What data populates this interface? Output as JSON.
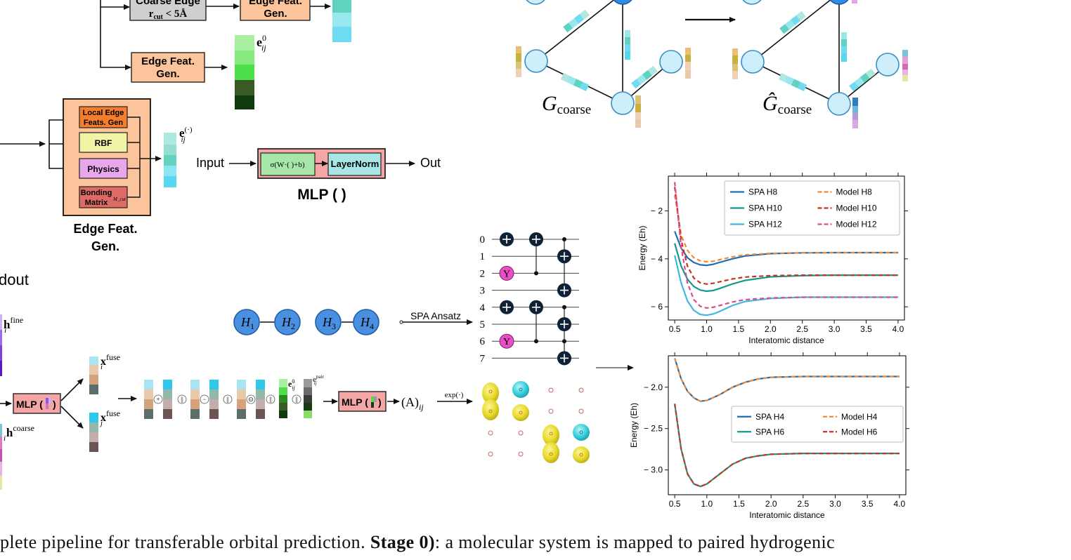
{
  "pipeline": {
    "coarse_edge": "Coarse Edge",
    "rcut": "r",
    "rcut_sub": "cut",
    "rcut_rest": " < 5Å",
    "edge_feat_gen_top": "Edge Feat. Gen.",
    "edge_feat_gen": "Edge Feat. Gen.",
    "e0": "e",
    "e0_sup": "0",
    "e0_sub": "ij",
    "local_edge": "Local Edge Feats. Gen",
    "rbf": "RBF",
    "physics": "Physics",
    "bonding_matrix": "Bonding Matrix",
    "mcut": "M_cut",
    "edge_block_label_1": "Edge Feat.",
    "edge_block_label_2": "Gen.",
    "e_dot": "e",
    "e_dot_sup": "(·)",
    "e_dot_sub": "ij",
    "mlp_input": "Input",
    "mlp_sigma": "σ(W·( )+b)",
    "mlp_layernorm": "LayerNorm",
    "mlp_out": "Out",
    "mlp_title": "MLP (   )",
    "readout": "dout"
  },
  "graph": {
    "g_coarse": "G",
    "g_coarse_sub": "coarse",
    "g_hat": "Ĝ",
    "g_hat_sub": "coarse"
  },
  "fusion": {
    "h_fine": "h",
    "h_fine_sub": "i",
    "h_fine_sup": "fine",
    "h_coarse": "h",
    "h_coarse_sub": "i",
    "h_coarse_sup": "coarse",
    "mlp_left": "MLP (",
    "mlp_left_end": ")",
    "x_i": "x",
    "x_i_sub": "i",
    "x_i_sup": "fuse",
    "x_j": "x",
    "x_j_sub": "j",
    "x_j_sup": "fuse",
    "ops": [
      "+",
      "||",
      "−",
      "||",
      "⊙",
      "||",
      "||"
    ],
    "e0": "e",
    "e0_sup": "0",
    "e0_sub": "ij",
    "epair": "e",
    "epair_sup": "pair",
    "epair_sub": "ij",
    "mlp_right": "MLP (",
    "mlp_right_end": ")",
    "a_ij": "(A)",
    "a_ij_sub": "ij",
    "exp": "exp(·)"
  },
  "hydrogen": {
    "atoms": [
      {
        "sym": "H",
        "sub": "1"
      },
      {
        "sym": "H",
        "sub": "2"
      },
      {
        "sym": "H",
        "sub": "3"
      },
      {
        "sym": "H",
        "sub": "4"
      }
    ],
    "spa_ansatz": "SPA Ansatz"
  },
  "circuit": {
    "qubits": [
      "0",
      "1",
      "2",
      "3",
      "4",
      "5",
      "6",
      "7"
    ],
    "y_gate": "Y"
  },
  "colors": {
    "edge_orange": "#fbc49b",
    "coarse_grey": "#cfcfcf",
    "node_fill": "#cfeefb",
    "node_stroke": "#3a8fc0",
    "blue_node": "#2f8be6",
    "h_atom": "#4a90e0",
    "spa_blue": "#1a6fb5",
    "spa_teal": "#14998c",
    "spa_cyan": "#40b7dd",
    "model_orange": "#f08a3a",
    "model_red": "#c8321e",
    "model_pink": "#dc4b8c",
    "mlp_pink": "#f4a6a6",
    "mlp_green": "#a6e6a8",
    "layernorm_cyan": "#a8e6e6",
    "y_gate": "#e84fc4",
    "cnot": "#0f2135",
    "orbital_yellow": "#ecdf2c",
    "orbital_cyan": "#33d3de"
  },
  "chart_data": [
    {
      "type": "line",
      "xlabel": "Interatomic distance",
      "ylabel": "Energy (Eh)",
      "xlim": [
        0.4,
        4.1
      ],
      "ylim": [
        -6.55,
        -0.55
      ],
      "xticks": [
        0.5,
        1.0,
        1.5,
        2.0,
        2.5,
        3.0,
        3.5,
        4.0
      ],
      "xtick_labels": [
        "0.5",
        "1.0",
        "1.5",
        "2.0",
        "2.5",
        "3.0",
        "3.5",
        "4.0"
      ],
      "yticks": [
        -2,
        -4,
        -6
      ],
      "ytick_labels": [
        "− 2",
        "− 4",
        "− 6"
      ],
      "legend_position": "top",
      "series": [
        {
          "name": "SPA H8",
          "color": "#1a6fb5",
          "dash": false,
          "x": [
            0.5,
            0.6,
            0.7,
            0.8,
            0.9,
            1.0,
            1.1,
            1.2,
            1.4,
            1.6,
            2.0,
            2.5,
            3.0,
            3.5,
            4.0
          ],
          "y": [
            -2.85,
            -3.55,
            -3.95,
            -4.15,
            -4.25,
            -4.27,
            -4.23,
            -4.15,
            -4.0,
            -3.88,
            -3.78,
            -3.75,
            -3.74,
            -3.74,
            -3.74
          ]
        },
        {
          "name": "SPA H10",
          "color": "#14998c",
          "dash": false,
          "x": [
            0.5,
            0.6,
            0.7,
            0.8,
            0.9,
            1.0,
            1.1,
            1.2,
            1.4,
            1.6,
            2.0,
            2.5,
            3.0,
            3.5,
            4.0
          ],
          "y": [
            -3.35,
            -4.3,
            -4.85,
            -5.15,
            -5.3,
            -5.35,
            -5.32,
            -5.24,
            -5.05,
            -4.9,
            -4.75,
            -4.7,
            -4.68,
            -4.68,
            -4.68
          ]
        },
        {
          "name": "SPA H12",
          "color": "#40b7dd",
          "dash": false,
          "x": [
            0.5,
            0.6,
            0.7,
            0.8,
            0.9,
            1.0,
            1.1,
            1.2,
            1.4,
            1.6,
            2.0,
            2.5,
            3.0,
            3.5,
            4.0
          ],
          "y": [
            -3.85,
            -5.0,
            -5.75,
            -6.15,
            -6.32,
            -6.35,
            -6.3,
            -6.2,
            -5.95,
            -5.78,
            -5.65,
            -5.6,
            -5.6,
            -5.6,
            -5.6
          ]
        },
        {
          "name": "Model H8",
          "color": "#f08a3a",
          "dash": true,
          "x": [
            0.5,
            0.6,
            0.7,
            0.8,
            0.9,
            1.0,
            1.1,
            1.2,
            1.4,
            1.6,
            2.0,
            2.5,
            3.0,
            3.5,
            4.0
          ],
          "y": [
            -1.35,
            -3.0,
            -3.65,
            -3.95,
            -4.08,
            -4.12,
            -4.1,
            -4.04,
            -3.92,
            -3.83,
            -3.77,
            -3.75,
            -3.74,
            -3.74,
            -3.74
          ]
        },
        {
          "name": "Model H10",
          "color": "#c8321e",
          "dash": true,
          "x": [
            0.5,
            0.6,
            0.7,
            0.8,
            0.9,
            1.0,
            1.1,
            1.2,
            1.4,
            1.6,
            2.0,
            2.5,
            3.0,
            3.5,
            4.0
          ],
          "y": [
            -1.0,
            -3.2,
            -4.3,
            -4.8,
            -5.0,
            -5.05,
            -5.02,
            -4.96,
            -4.84,
            -4.76,
            -4.7,
            -4.68,
            -4.68,
            -4.68,
            -4.68
          ]
        },
        {
          "name": "Model H12",
          "color": "#dc4b8c",
          "dash": true,
          "x": [
            0.5,
            0.6,
            0.7,
            0.8,
            0.9,
            1.0,
            1.1,
            1.2,
            1.4,
            1.6,
            2.0,
            2.5,
            3.0,
            3.5,
            4.0
          ],
          "y": [
            -0.8,
            -3.5,
            -5.0,
            -5.7,
            -5.98,
            -6.05,
            -6.02,
            -5.95,
            -5.8,
            -5.7,
            -5.63,
            -5.6,
            -5.6,
            -5.6,
            -5.6
          ]
        }
      ]
    },
    {
      "type": "line",
      "xlabel": "Interatomic distance",
      "ylabel": "Energy (Eh)",
      "xlim": [
        0.4,
        4.1
      ],
      "ylim": [
        -3.3,
        -1.62
      ],
      "xticks": [
        0.5,
        1.0,
        1.5,
        2.0,
        2.5,
        3.0,
        3.5,
        4.0
      ],
      "xtick_labels": [
        "0.5",
        "1.0",
        "1.5",
        "2.0",
        "2.5",
        "3.0",
        "3.5",
        "4.0"
      ],
      "yticks": [
        -2.0,
        -2.5,
        -3.0
      ],
      "ytick_labels": [
        "− 2.0",
        "− 2.5",
        "− 3.0"
      ],
      "legend_position": "center-right",
      "series": [
        {
          "name": "SPA H4",
          "color": "#1a6fb5",
          "dash": false,
          "x": [
            0.5,
            0.6,
            0.7,
            0.8,
            0.9,
            1.0,
            1.2,
            1.4,
            1.6,
            1.8,
            2.0,
            2.5,
            3.0,
            3.5,
            4.0
          ],
          "y": [
            -1.65,
            -1.9,
            -2.05,
            -2.13,
            -2.17,
            -2.16,
            -2.09,
            -2.0,
            -1.94,
            -1.9,
            -1.88,
            -1.87,
            -1.87,
            -1.87,
            -1.87
          ]
        },
        {
          "name": "SPA H6",
          "color": "#14998c",
          "dash": false,
          "x": [
            0.5,
            0.6,
            0.7,
            0.8,
            0.9,
            1.0,
            1.2,
            1.4,
            1.6,
            1.8,
            2.0,
            2.5,
            3.0,
            3.5,
            4.0
          ],
          "y": [
            -2.2,
            -2.75,
            -3.05,
            -3.17,
            -3.2,
            -3.17,
            -3.05,
            -2.93,
            -2.86,
            -2.83,
            -2.81,
            -2.8,
            -2.8,
            -2.8,
            -2.8
          ]
        },
        {
          "name": "Model H4",
          "color": "#f08a3a",
          "dash": true,
          "x": [
            0.5,
            0.6,
            0.7,
            0.8,
            0.9,
            1.0,
            1.2,
            1.4,
            1.6,
            1.8,
            2.0,
            2.5,
            3.0,
            3.5,
            4.0
          ],
          "y": [
            -1.65,
            -1.9,
            -2.05,
            -2.13,
            -2.17,
            -2.16,
            -2.09,
            -2.0,
            -1.94,
            -1.9,
            -1.88,
            -1.87,
            -1.87,
            -1.87,
            -1.87
          ]
        },
        {
          "name": "Model H6",
          "color": "#c8321e",
          "dash": true,
          "x": [
            0.5,
            0.6,
            0.7,
            0.8,
            0.9,
            1.0,
            1.2,
            1.4,
            1.6,
            1.8,
            2.0,
            2.5,
            3.0,
            3.5,
            4.0
          ],
          "y": [
            -2.2,
            -2.75,
            -3.05,
            -3.17,
            -3.2,
            -3.17,
            -3.05,
            -2.93,
            -2.86,
            -2.83,
            -2.81,
            -2.8,
            -2.8,
            -2.8,
            -2.8
          ]
        }
      ]
    }
  ],
  "caption": {
    "part1": "plete pipeline for transferable orbital prediction.",
    "bold": "Stage 0)",
    "part2": ": a molecular system is mapped to paired hydrogenic"
  }
}
